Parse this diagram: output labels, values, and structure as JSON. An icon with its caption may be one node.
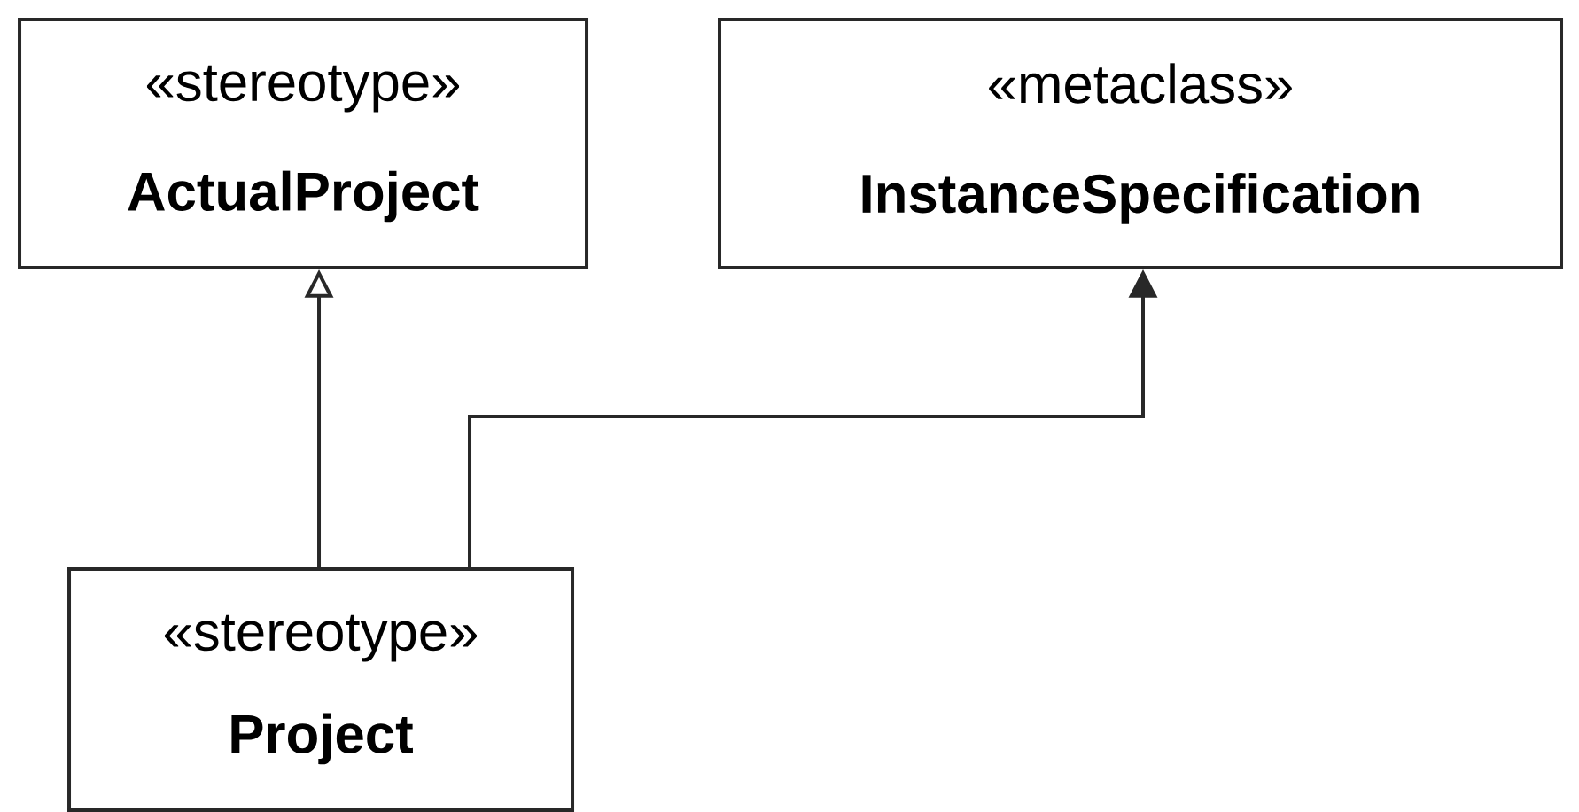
{
  "diagram": {
    "nodes": [
      {
        "text": [
          "«stereotype»",
          "ActualProject"
        ]
      },
      {
        "text": [
          "«metaclass»",
          "InstanceSpecification"
        ]
      },
      {
        "text": [
          "«stereotype»",
          "Project"
        ]
      }
    ],
    "edges": [
      {
        "from": 2,
        "to": 0,
        "arrow": "to"
      },
      {
        "from": 2,
        "to": 1,
        "arrow": "to"
      }
    ]
  }
}
